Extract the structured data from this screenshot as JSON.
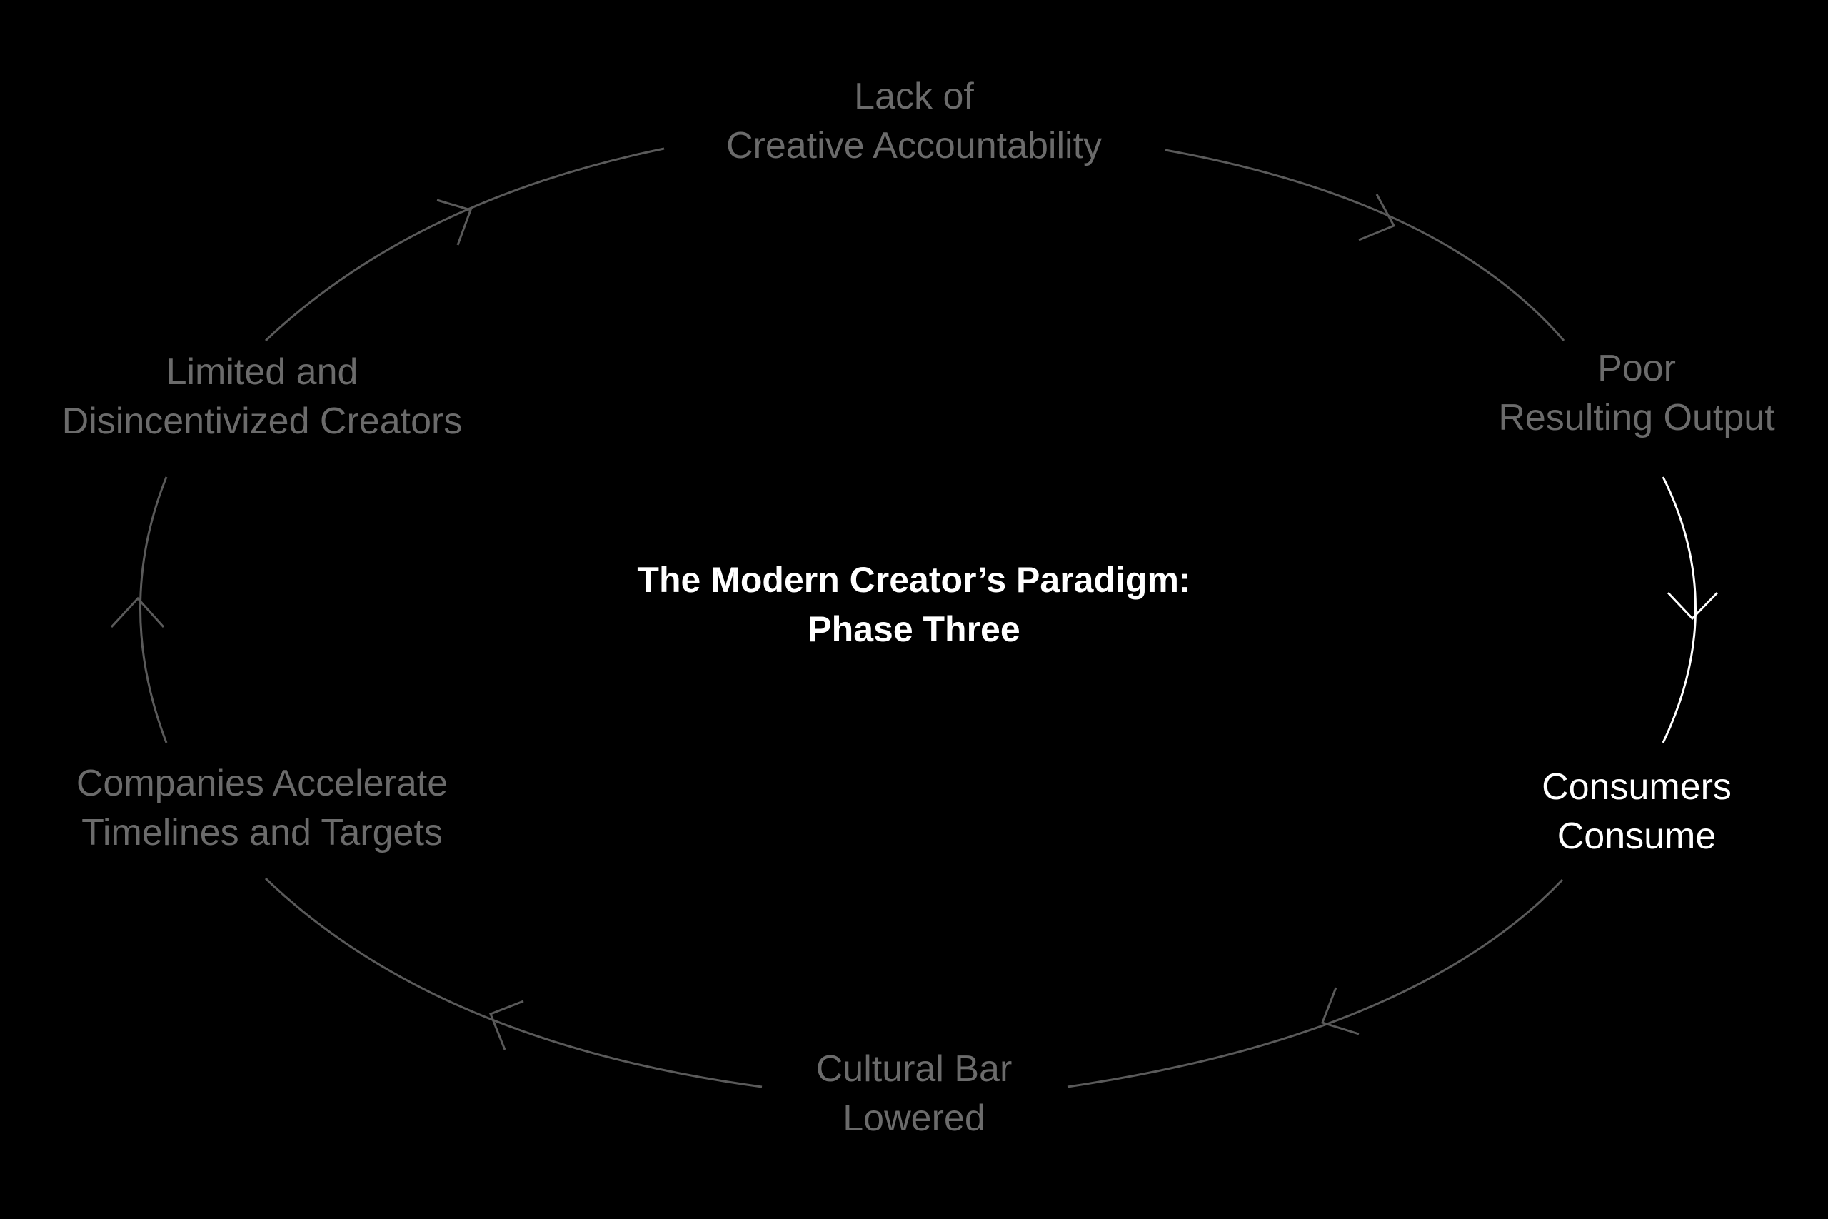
{
  "title": {
    "line1": "The Modern Creator’s Paradigm:",
    "line2": "Phase Three"
  },
  "nodes": [
    {
      "id": "top",
      "lines": [
        "Lack of",
        "Creative Accountability"
      ],
      "active": false
    },
    {
      "id": "top-right",
      "lines": [
        "Poor",
        "Resulting Output"
      ],
      "active": false
    },
    {
      "id": "bottom-right",
      "lines": [
        "Consumers",
        "Consume"
      ],
      "active": true
    },
    {
      "id": "bottom",
      "lines": [
        "Cultural Bar",
        "Lowered"
      ],
      "active": false
    },
    {
      "id": "bottom-left",
      "lines": [
        "Companies Accelerate",
        "Timelines and Targets"
      ],
      "active": false
    },
    {
      "id": "top-left",
      "lines": [
        "Limited and",
        "Disincentivized Creators"
      ],
      "active": false
    }
  ],
  "colors": {
    "background": "#000000",
    "inactive": "#6b6b6b",
    "active": "#ffffff"
  },
  "flow_direction": "clockwise"
}
